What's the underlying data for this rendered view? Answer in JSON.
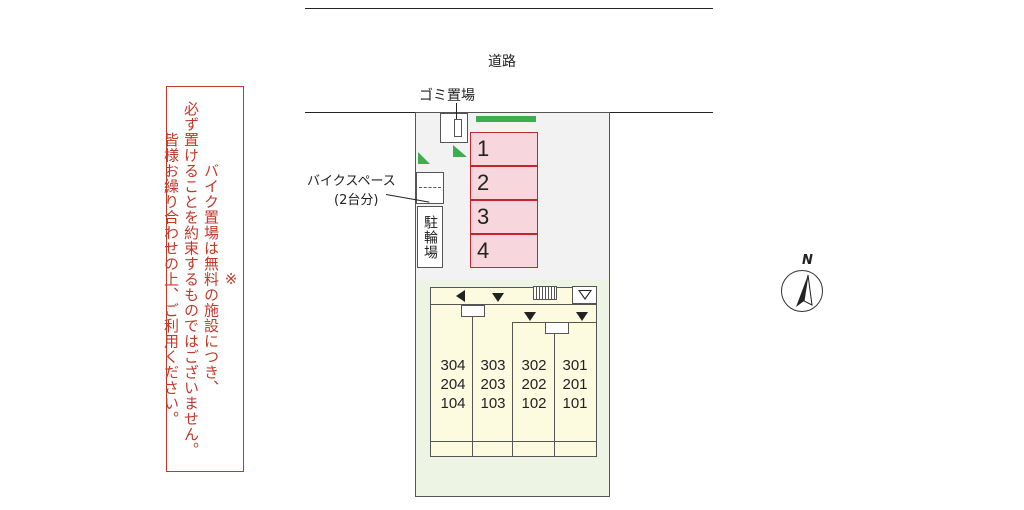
{
  "road": {
    "label": "道路"
  },
  "notice": {
    "lines": [
      "※",
      "バイク置場は無料の施設につき、",
      "必ず置けることを約束するものではございません。",
      "皆様お繰り合わせの上、ご利用ください。"
    ]
  },
  "site": {
    "garbage_label": "ゴミ置場",
    "bike_space_label": "バイクスペース",
    "bike_space_count": "(2台分)",
    "bicycle_parking_label": "駐輪場",
    "parking_spaces": [
      "1",
      "2",
      "3",
      "4"
    ]
  },
  "building": {
    "columns": [
      {
        "units": [
          "304",
          "204",
          "104"
        ]
      },
      {
        "units": [
          "303",
          "203",
          "103"
        ]
      },
      {
        "units": [
          "302",
          "202",
          "102"
        ]
      },
      {
        "units": [
          "301",
          "201",
          "101"
        ]
      }
    ]
  },
  "compass": {
    "label": "N"
  },
  "colors": {
    "notice": "#c0392b",
    "parking_fill": "#f8d6de",
    "parking_border": "#c1272d",
    "green_stripe": "#3dae4f",
    "building_fill": "#fdfbdf"
  }
}
